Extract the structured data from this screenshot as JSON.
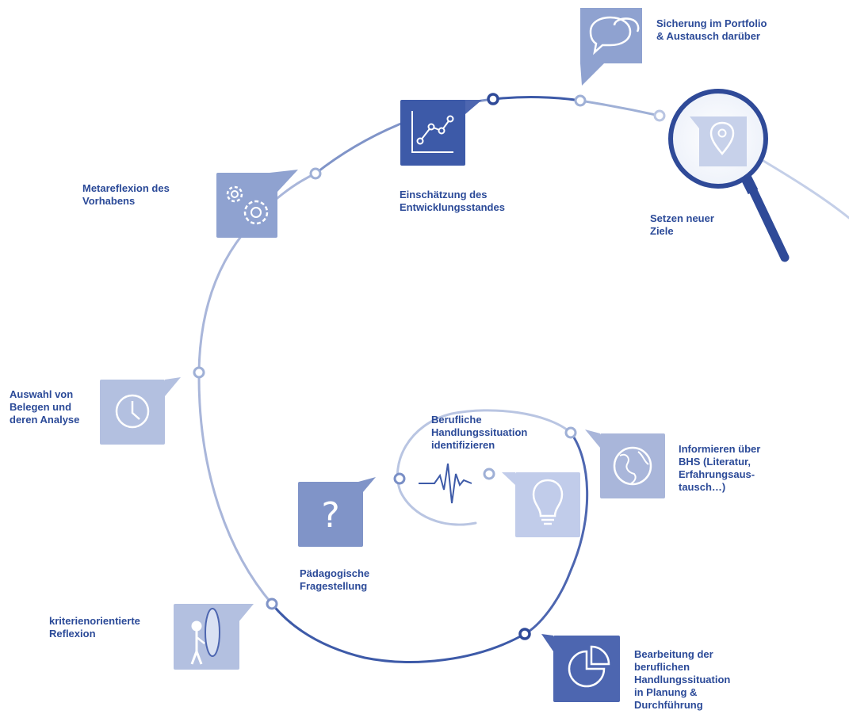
{
  "steps": [
    {
      "id": "sicherung",
      "label": "Sicherung im Portfolio\n& Austausch darüber",
      "icon": "speech-bubbles-icon"
    },
    {
      "id": "ziele",
      "label": "Setzen neuer\nZiele",
      "icon": "magnifier-location-icon"
    },
    {
      "id": "einschaetzung",
      "label": "Einschätzung des\nEntwicklungsstandes",
      "icon": "line-graph-icon"
    },
    {
      "id": "metareflexion",
      "label": "Metareflexion des\nVorhabens",
      "icon": "gears-icon"
    },
    {
      "id": "auswahl",
      "label": "Auswahl von\nBelegen und\nderen Analyse",
      "icon": "clock-icon"
    },
    {
      "id": "berufliche",
      "label": "Berufliche\nHandlungssituation\nidentifizieren",
      "icon": "pulse-icon"
    },
    {
      "id": "informieren",
      "label": "Informieren über\nBHS (Literatur,\nErfahrungsaus-\ntausch…)",
      "icon": "globe-icon"
    },
    {
      "id": "idee",
      "label": "",
      "icon": "lightbulb-icon"
    },
    {
      "id": "paedagogisch",
      "label": "Pädagogische\nFragestellung",
      "icon": "question-mark-icon"
    },
    {
      "id": "kriterien",
      "label": "kriterienorientierte\nReflexion",
      "icon": "person-mirror-icon"
    },
    {
      "id": "bearbeitung",
      "label": "Bearbeitung der\nberuflichen\nHandlungssituation\nin Planung &\nDurchführung",
      "icon": "pie-chart-icon"
    }
  ],
  "colors": {
    "primary": "#3d5aa8",
    "text": "#2b4a98",
    "light": "#9fb0d6",
    "box_light": "#a9b6da",
    "box_mid": "#8094c8",
    "box_dark": "#4d66b0"
  }
}
